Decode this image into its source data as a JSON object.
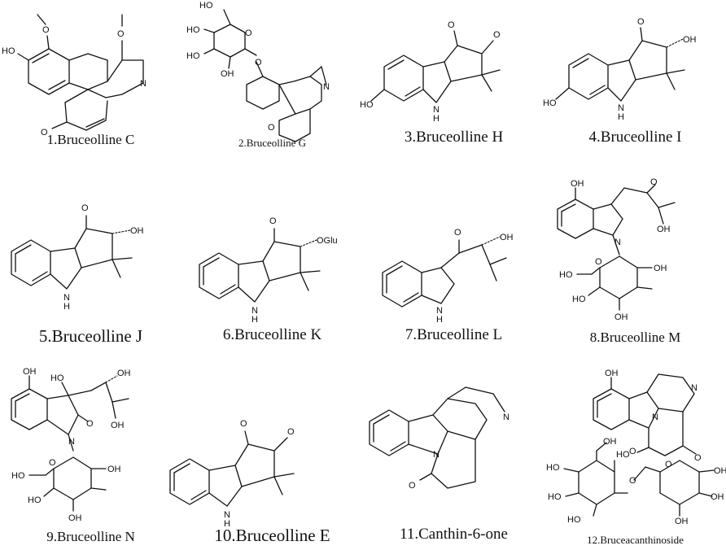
{
  "compounds": [
    {
      "caption": "1.Bruceolline C",
      "atoms": {
        "ome1": "O",
        "ome2": "O",
        "ho": "HO",
        "n": "N",
        "o": "O"
      }
    },
    {
      "caption": "2.Bruceolline G",
      "atoms": {
        "ho": "HO",
        "ho2": "HO",
        "ho3": "HO",
        "oh": "OH",
        "o1": "O",
        "o2": "O",
        "n": "N",
        "o3": "O"
      }
    },
    {
      "caption": "3.Bruceolline H",
      "atoms": {
        "o1": "O",
        "o2": "O",
        "ho": "HO",
        "nh": "N\nH"
      }
    },
    {
      "caption": "4.Bruceolline I",
      "atoms": {
        "o": "O",
        "oh": "OH",
        "ho": "HO",
        "nh": "N\nH"
      }
    },
    {
      "caption": "5.Bruceolline J",
      "atoms": {
        "o": "O",
        "oh": "OH",
        "nh": "N\nH"
      }
    },
    {
      "caption": "6.Bruceolline K",
      "atoms": {
        "o": "O",
        "oglu": "OGlu",
        "nh": "N\nH"
      }
    },
    {
      "caption": "7.Bruceolline L",
      "atoms": {
        "o": "O",
        "oh": "OH",
        "nh": "N\nH"
      }
    },
    {
      "caption": "8.Bruceolline M",
      "atoms": {
        "oh": "OH",
        "o": "O",
        "oh2": "OH",
        "n": "N",
        "o2": "O",
        "oh3": "OH",
        "ho": "HO",
        "ho2": "HO",
        "oh4": "OH"
      }
    },
    {
      "caption": "9.Bruceolline N",
      "atoms": {
        "oh": "OH",
        "ho": "HO",
        "oh2": "OH",
        "oh3": "OH",
        "o": "O",
        "n": "N",
        "o2": "O",
        "oh4": "OH",
        "ho2": "HO",
        "ho3": "HO",
        "oh5": "OH"
      }
    },
    {
      "caption": "10.Bruceolline E",
      "atoms": {
        "o1": "O",
        "o2": "O",
        "nh": "N\nH"
      }
    },
    {
      "caption": "11.Canthin-6-one",
      "atoms": {
        "n": "N",
        "n2": "N",
        "o": "O"
      }
    },
    {
      "caption": "12.Bruceacanthinoside",
      "atoms": {
        "oh": "OH",
        "n": "N",
        "n2": "N",
        "o": "O",
        "o2": "O",
        "ho": "HO",
        "o3": "O",
        "oh2": "OH",
        "ho2": "HO",
        "o4": "O",
        "oh3": "OH",
        "ho3": "HO",
        "oh4": "OH",
        "ho4": "HO",
        "oh5": "OH"
      }
    }
  ]
}
